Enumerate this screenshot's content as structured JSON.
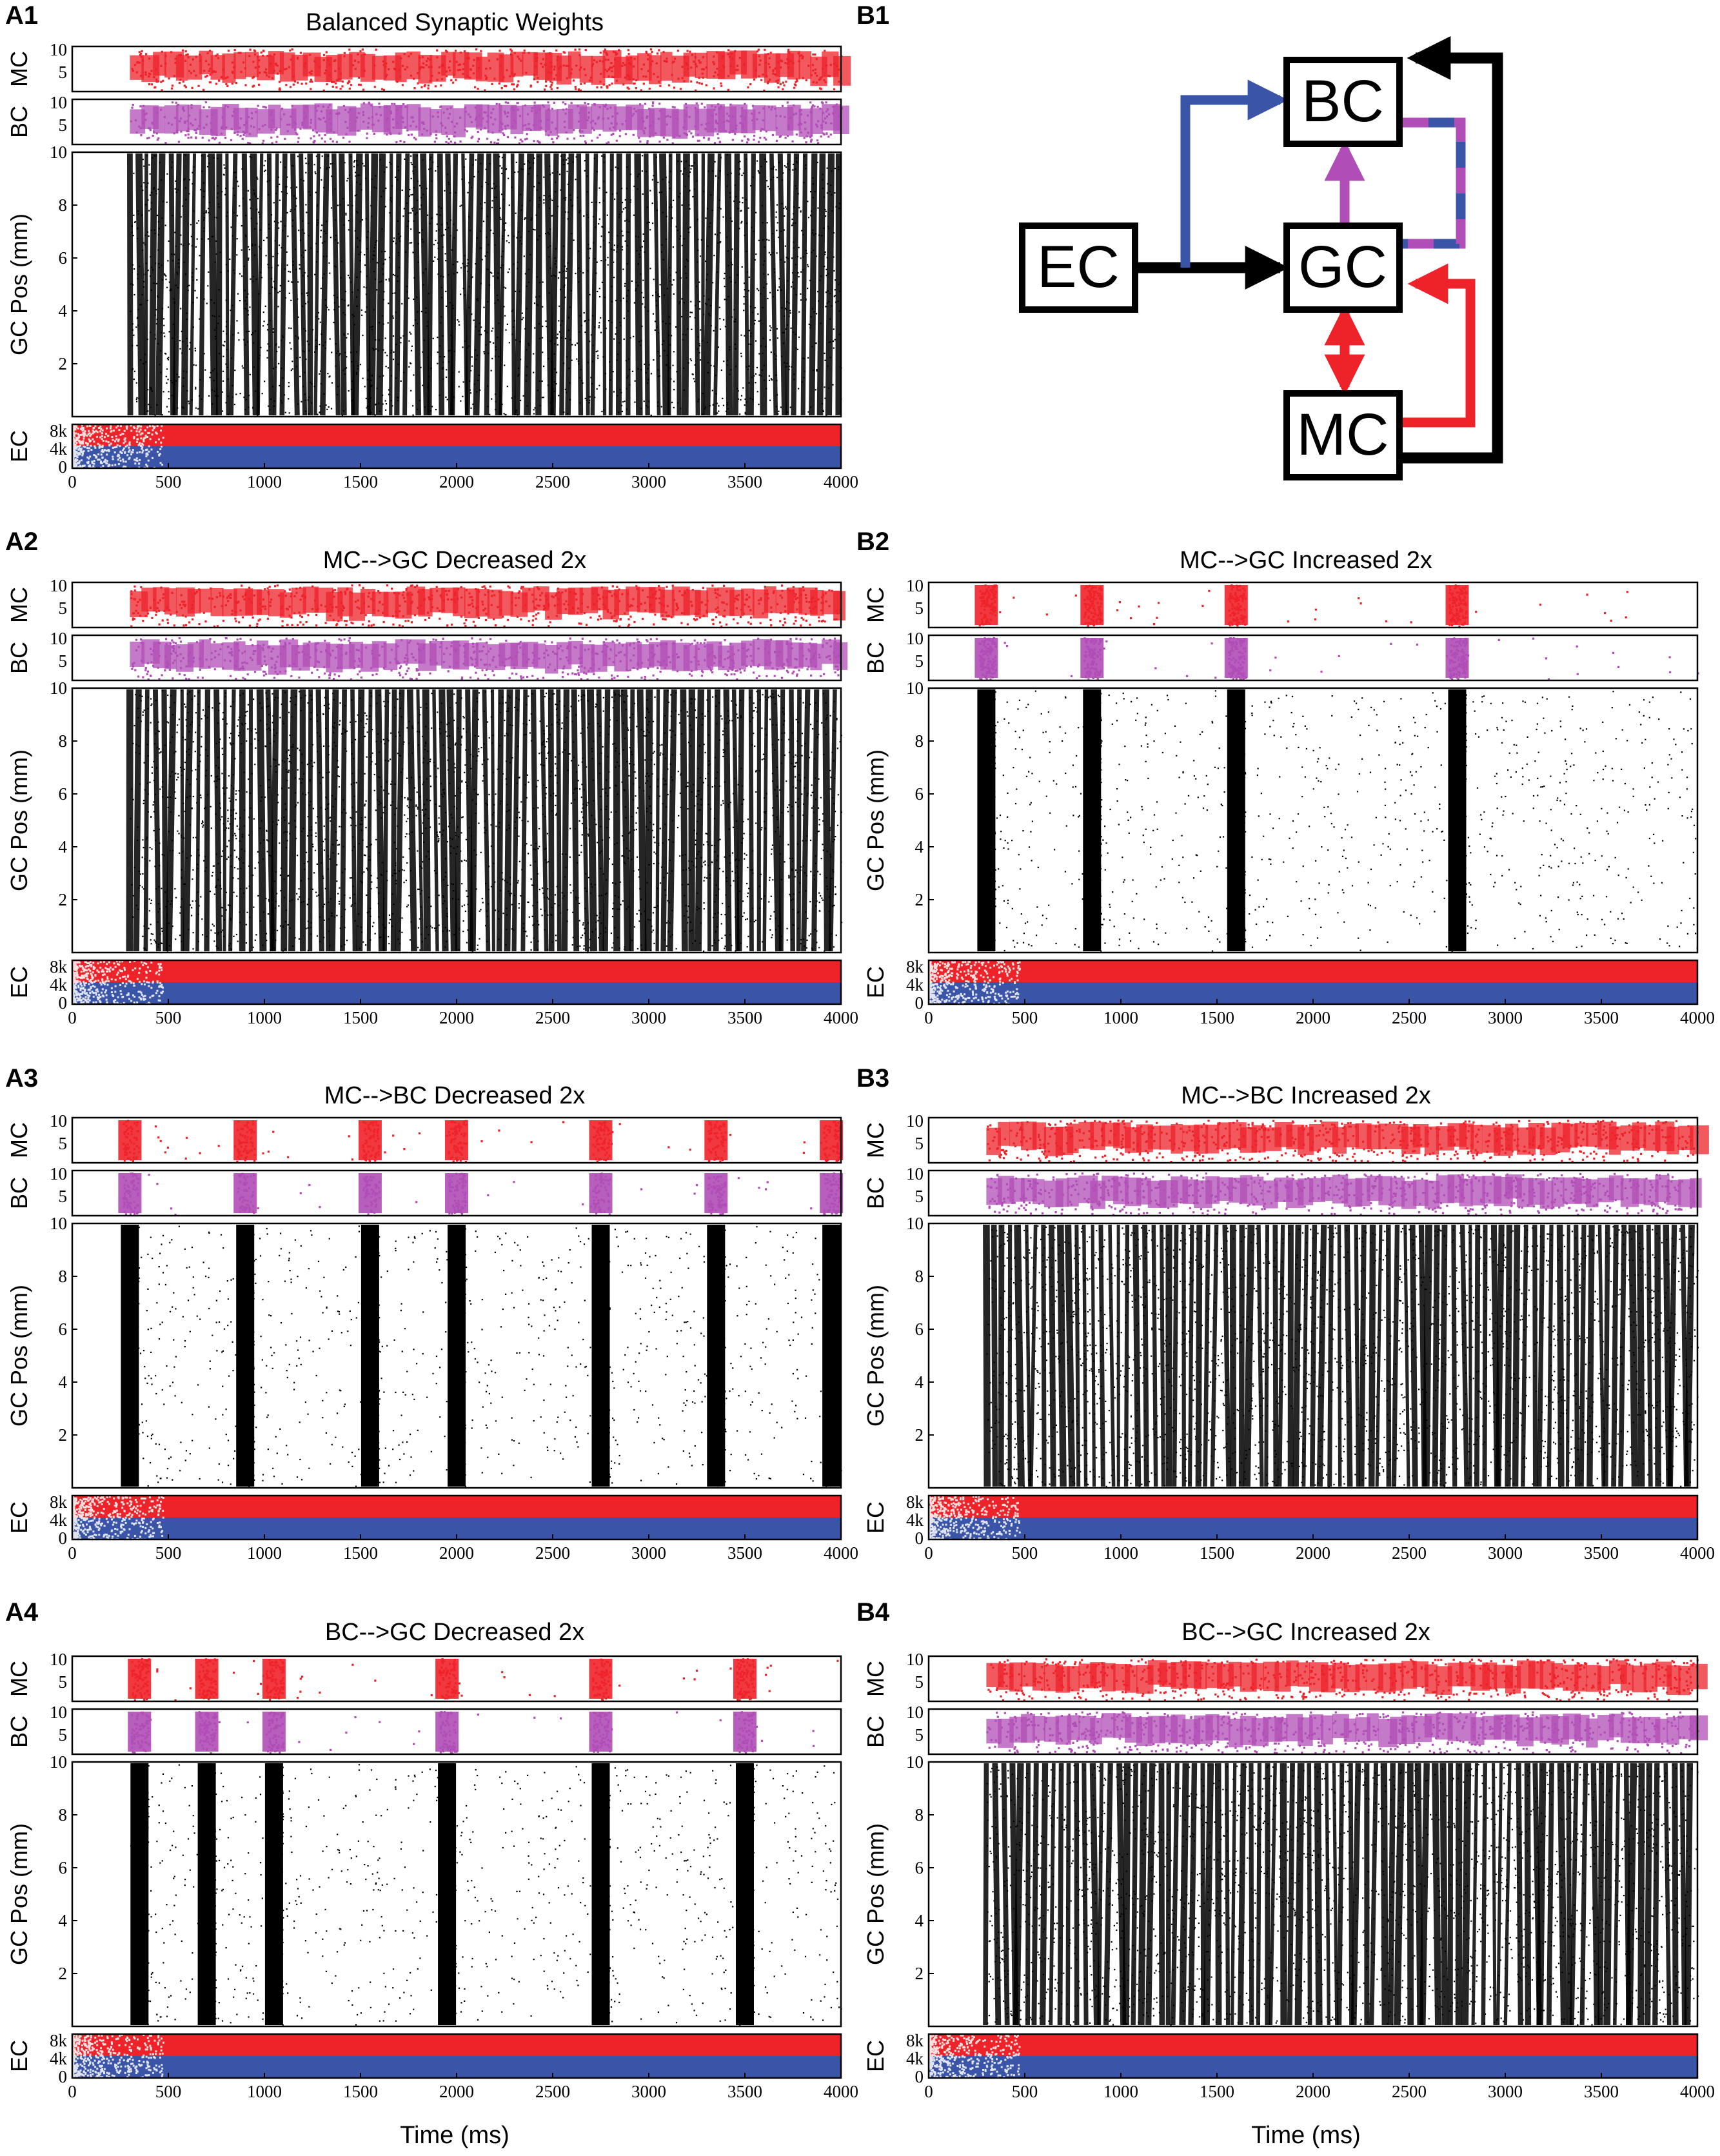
{
  "colors": {
    "mc": "#ee2229",
    "bc": "#b04db6",
    "gc": "#000000",
    "ec_top": "#ee2229",
    "ec_bottom": "#3a55a8",
    "arrow_blue": "#3a55a8",
    "arrow_magenta": "#b04db6",
    "arrow_red": "#ee2229",
    "arrow_black": "#000000"
  },
  "axis_labels": {
    "mc": "MC",
    "bc": "BC",
    "gc": "GC Pos (mm)",
    "ec": "EC",
    "x": "Time (ms)"
  },
  "tick_labels": {
    "mc": [
      "10",
      "5"
    ],
    "bc": [
      "10",
      "5"
    ],
    "gc": [
      "10",
      "8",
      "6",
      "4",
      "2"
    ],
    "ec": [
      "8k",
      "4k",
      "0"
    ],
    "x": [
      "0",
      "500",
      "1000",
      "1500",
      "2000",
      "2500",
      "3000",
      "3500",
      "4000"
    ]
  },
  "diagram": {
    "label": "B1",
    "nodes": {
      "ec": "EC",
      "gc": "GC",
      "bc": "BC",
      "mc": "MC"
    }
  },
  "chart_data": [
    {
      "id": "A1",
      "type": "scatter",
      "title": "Balanced Synaptic Weights",
      "xlabel": "",
      "xlim": [
        0,
        4000
      ],
      "rows": {
        "mc_ylim": [
          0,
          10
        ],
        "bc_ylim": [
          0,
          10
        ],
        "gc_ylim": [
          0,
          10
        ],
        "ec_ylim": [
          0,
          10000
        ]
      },
      "gc_bursts": [],
      "network_onset_ms": 300,
      "activity": "continuous"
    },
    {
      "id": "A2",
      "type": "scatter",
      "title": "MC-->GC Decreased 2x",
      "xlabel": "",
      "xlim": [
        0,
        4000
      ],
      "rows": {
        "mc_ylim": [
          0,
          10
        ],
        "bc_ylim": [
          0,
          10
        ],
        "gc_ylim": [
          0,
          10
        ],
        "ec_ylim": [
          0,
          10000
        ]
      },
      "gc_bursts": [],
      "network_onset_ms": 300,
      "activity": "continuous"
    },
    {
      "id": "B2",
      "type": "scatter",
      "title": "MC-->GC Increased 2x",
      "xlabel": "",
      "xlim": [
        0,
        4000
      ],
      "rows": {
        "mc_ylim": [
          0,
          10
        ],
        "bc_ylim": [
          0,
          10
        ],
        "gc_ylim": [
          0,
          10
        ],
        "ec_ylim": [
          0,
          10000
        ]
      },
      "gc_bursts": [
        300,
        850,
        1600,
        2750
      ],
      "network_onset_ms": 300,
      "activity": "bursting"
    },
    {
      "id": "A3",
      "type": "scatter",
      "title": "MC-->BC Decreased 2x",
      "xlabel": "",
      "xlim": [
        0,
        4000
      ],
      "rows": {
        "mc_ylim": [
          0,
          10
        ],
        "bc_ylim": [
          0,
          10
        ],
        "gc_ylim": [
          0,
          10
        ],
        "ec_ylim": [
          0,
          10000
        ]
      },
      "gc_bursts": [
        300,
        900,
        1550,
        2000,
        2750,
        3350,
        3950
      ],
      "network_onset_ms": 300,
      "activity": "bursting"
    },
    {
      "id": "B3",
      "type": "scatter",
      "title": "MC-->BC Increased 2x",
      "xlabel": "",
      "xlim": [
        0,
        4000
      ],
      "rows": {
        "mc_ylim": [
          0,
          10
        ],
        "bc_ylim": [
          0,
          10
        ],
        "gc_ylim": [
          0,
          10
        ],
        "ec_ylim": [
          0,
          10000
        ]
      },
      "gc_bursts": [],
      "network_onset_ms": 300,
      "activity": "continuous"
    },
    {
      "id": "A4",
      "type": "scatter",
      "title": "BC-->GC Decreased 2x",
      "xlabel": "Time (ms)",
      "xlim": [
        0,
        4000
      ],
      "rows": {
        "mc_ylim": [
          0,
          10
        ],
        "bc_ylim": [
          0,
          10
        ],
        "gc_ylim": [
          0,
          10
        ],
        "ec_ylim": [
          0,
          10000
        ]
      },
      "gc_bursts": [
        350,
        700,
        1050,
        1950,
        2750,
        3500
      ],
      "network_onset_ms": 300,
      "activity": "bursting"
    },
    {
      "id": "B4",
      "type": "scatter",
      "title": "BC-->GC Increased 2x",
      "xlabel": "Time (ms)",
      "xlim": [
        0,
        4000
      ],
      "rows": {
        "mc_ylim": [
          0,
          10
        ],
        "bc_ylim": [
          0,
          10
        ],
        "gc_ylim": [
          0,
          10
        ],
        "ec_ylim": [
          0,
          10000
        ]
      },
      "gc_bursts": [],
      "network_onset_ms": 300,
      "activity": "continuous"
    }
  ]
}
